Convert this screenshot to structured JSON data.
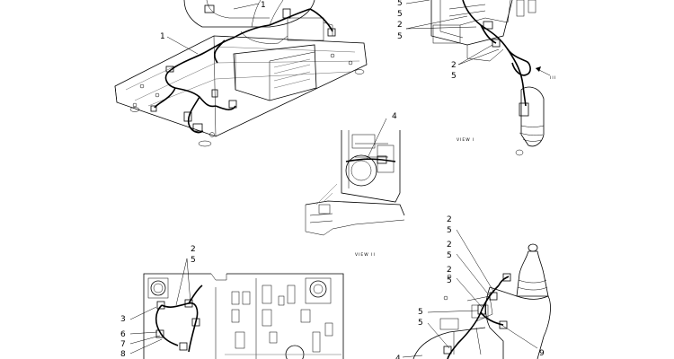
{
  "view_labels": {
    "view_1": "VIEW I",
    "view_2": "VIEW II",
    "arrow_marker": "III"
  },
  "callouts": {
    "c1": "1",
    "c1b": "1",
    "tr2a": "2",
    "tr5a": "5",
    "tr5b": "5",
    "tr2b": "2",
    "tr5c": "5",
    "tr2c": "2",
    "tr5d": "5",
    "m4": "4",
    "bl2": "2",
    "bl5": "5",
    "bl3": "3",
    "bl6": "6",
    "bl7": "7",
    "bl8": "8",
    "br2a": "2",
    "br5a": "5",
    "br2b": "2",
    "br5b": "5",
    "br2c": "2",
    "br5c": "5",
    "br5d": "5",
    "br5e": "5",
    "br9": "9",
    "br4": "4"
  }
}
